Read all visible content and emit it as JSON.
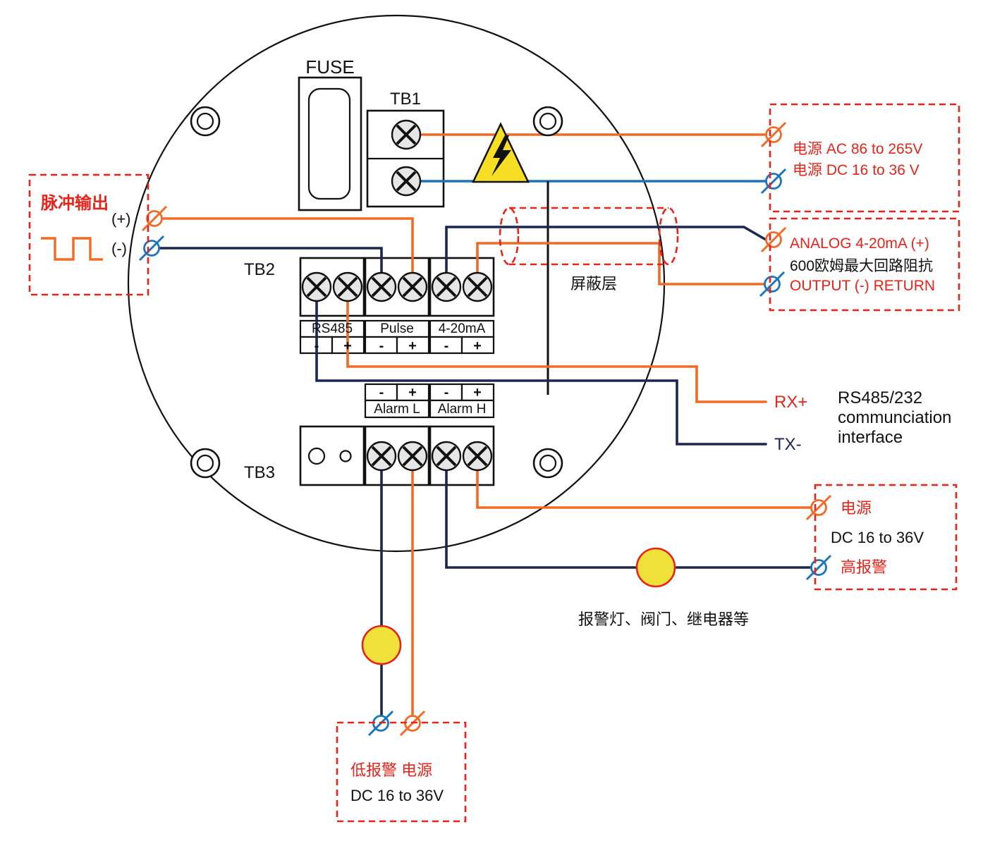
{
  "labels": {
    "fuse": "FUSE",
    "tb1": "TB1",
    "tb2": "TB2",
    "tb3": "TB3",
    "shield": "屏蔽层",
    "minus": "-",
    "plus": "+"
  },
  "terminals": {
    "rs485": "RS485",
    "pulse": "Pulse",
    "analog": "4-20mA",
    "alarm_l": "Alarm L",
    "alarm_h": "Alarm H"
  },
  "pulse_box": {
    "title": "脉冲输出",
    "plus": "(+)",
    "minus": "(-)"
  },
  "power_box": {
    "ac": "电源 AC 86 to 265V",
    "dc": "电源 DC 16 to 36 V"
  },
  "analog_box": {
    "line1": "ANALOG 4-20mA (+)",
    "line2": "600欧姆最大回路阻抗",
    "line3": "OUTPUT (-) RETURN"
  },
  "comm": {
    "rx": "RX+",
    "tx": "TX-",
    "line1": "RS485/232",
    "line2": "communciation",
    "line3": "interface"
  },
  "alarm_h_box": {
    "power": "电源",
    "voltage": "DC 16 to 36V",
    "alarm": "高报警"
  },
  "load_caption": "报警灯、阀门、继电器等",
  "alarm_l_box": {
    "title": "低报警 电源",
    "voltage": "DC 16 to 36V"
  },
  "colors": {
    "wire_orange": "#F16A26",
    "wire_blue": "#1B75BC",
    "wire_navy": "#1C2750",
    "dashed_red": "#E8231A",
    "warning_yellow": "#F5DE24",
    "load_yellow": "#F0E13A"
  }
}
